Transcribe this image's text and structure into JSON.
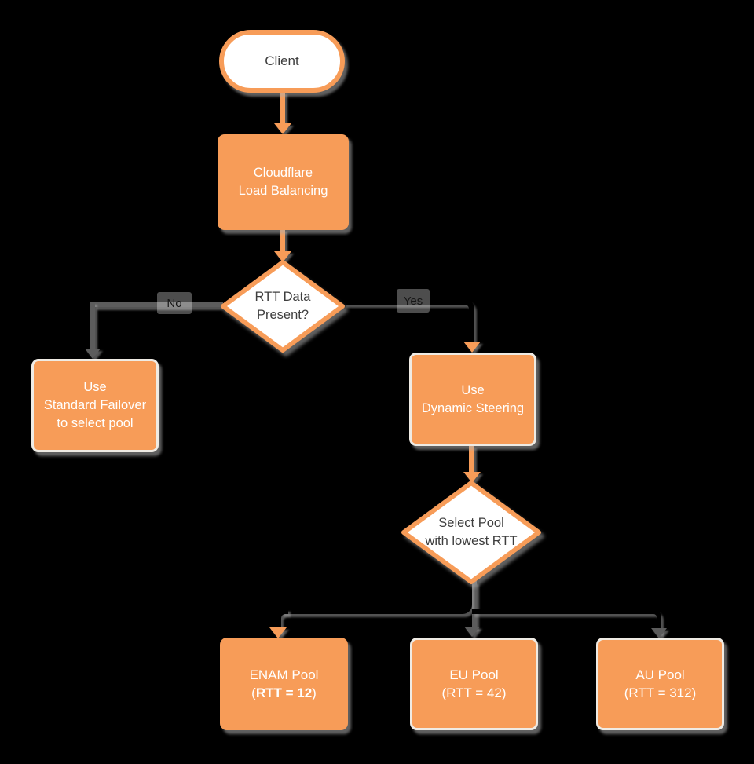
{
  "palette": {
    "orange": "#F79C58",
    "gray": "#5C5C5C",
    "text_dark": "#3E3E3E",
    "node_text": "#FFFFFF",
    "white_border": "#EFEBE4",
    "background": "#000000",
    "label_text": "#161616"
  },
  "nodes": {
    "client": {
      "label": "Client"
    },
    "load_balancer": {
      "line1": "Cloudflare",
      "line2": "Load Balancing"
    },
    "rtt_decision": {
      "line1": "RTT Data",
      "line2": "Present?"
    },
    "standard_failover": {
      "line1": "Use",
      "line2": "Standard Failover",
      "line3": "to select pool"
    },
    "dynamic_steering": {
      "line1": "Use",
      "line2": "Dynamic Steering"
    },
    "select_pool": {
      "line1": "Select Pool",
      "line2": "with lowest RTT"
    },
    "enam_pool": {
      "line1": "ENAM Pool",
      "paren_open": "(",
      "bold": "RTT = 12",
      "paren_close": ")"
    },
    "eu_pool": {
      "line1": "EU Pool",
      "line2": "(RTT = 42)"
    },
    "au_pool": {
      "line1": "AU Pool",
      "line2": "(RTT = 312)"
    }
  },
  "edge_labels": {
    "no": "No",
    "yes": "Yes"
  }
}
